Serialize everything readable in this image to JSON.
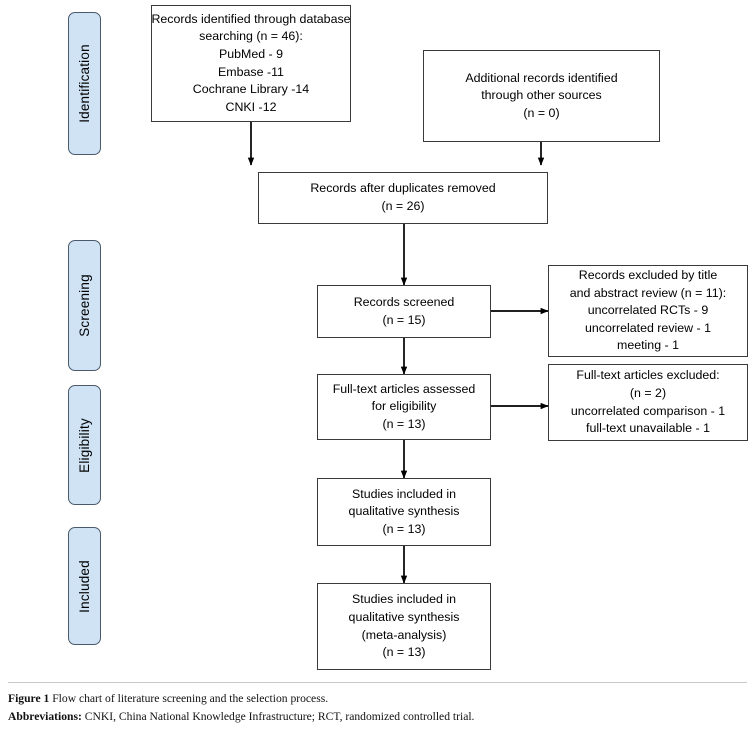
{
  "figure": {
    "type": "prisma-flow-diagram",
    "title": "PRISMA flow chart of literature screening and selection"
  },
  "stages": [
    {
      "label": "Identification"
    },
    {
      "label": "Screening"
    },
    {
      "label": "Eligibility"
    },
    {
      "label": "Included"
    }
  ],
  "boxes": {
    "database_search": {
      "lines": [
        "Records identified through database",
        "searching (n = 46):",
        "PubMed - 9",
        "Embase -11",
        "Cochrane Library -14",
        "CNKI -12"
      ]
    },
    "other_sources": {
      "lines": [
        "Additional records identified",
        "through other sources",
        "(n = 0)"
      ]
    },
    "duplicates_removed": {
      "lines": [
        "Records after duplicates removed",
        "(n = 26)"
      ]
    },
    "records_screened": {
      "lines": [
        "Records screened",
        "(n = 15)"
      ]
    },
    "records_excluded": {
      "lines": [
        "Records excluded by title",
        "and abstract review (n = 11):",
        "uncorrelated RCTs - 9",
        "uncorrelated review - 1",
        "meeting - 1"
      ]
    },
    "fulltext_assessed": {
      "lines": [
        "Full-text articles assessed",
        "for eligibility",
        "(n = 13)"
      ]
    },
    "fulltext_excluded": {
      "lines": [
        "Full-text articles excluded:",
        "(n = 2)",
        "uncorrelated comparison - 1",
        "full-text unavailable - 1"
      ]
    },
    "qualitative_synthesis": {
      "lines": [
        "Studies included in",
        "qualitative synthesis",
        "(n = 13)"
      ]
    },
    "meta_analysis": {
      "lines": [
        "Studies included in",
        "qualitative synthesis",
        "(meta-analysis)",
        "(n = 13)"
      ]
    }
  },
  "counts": {
    "identified_total": 46,
    "pubmed": 9,
    "embase": 11,
    "cochrane_library": 14,
    "cnki": 12,
    "additional_records": 0,
    "after_duplicates": 26,
    "screened": 15,
    "excluded_title_abstract": 11,
    "excluded_uncorrelated_rcts": 9,
    "excluded_uncorrelated_review": 1,
    "excluded_meeting": 1,
    "fulltext_assessed": 13,
    "fulltext_excluded": 2,
    "excluded_uncorrelated_comparison": 1,
    "excluded_fulltext_unavailable": 1,
    "qualitative_synthesis": 13,
    "meta_analysis": 13
  },
  "caption": {
    "figure_label": "Figure 1",
    "figure_text": "Flow chart of literature screening and the selection process.",
    "abbrev_label": "Abbreviations:",
    "abbrev_text": "CNKI, China National Knowledge Infrastructure; RCT, randomized controlled trial."
  },
  "colors": {
    "stage_fill": "#cfe3f5",
    "stage_border": "#4a5a6a",
    "box_border": "#3a3a3a",
    "line": "#000000",
    "page_background": "#ffffff"
  }
}
